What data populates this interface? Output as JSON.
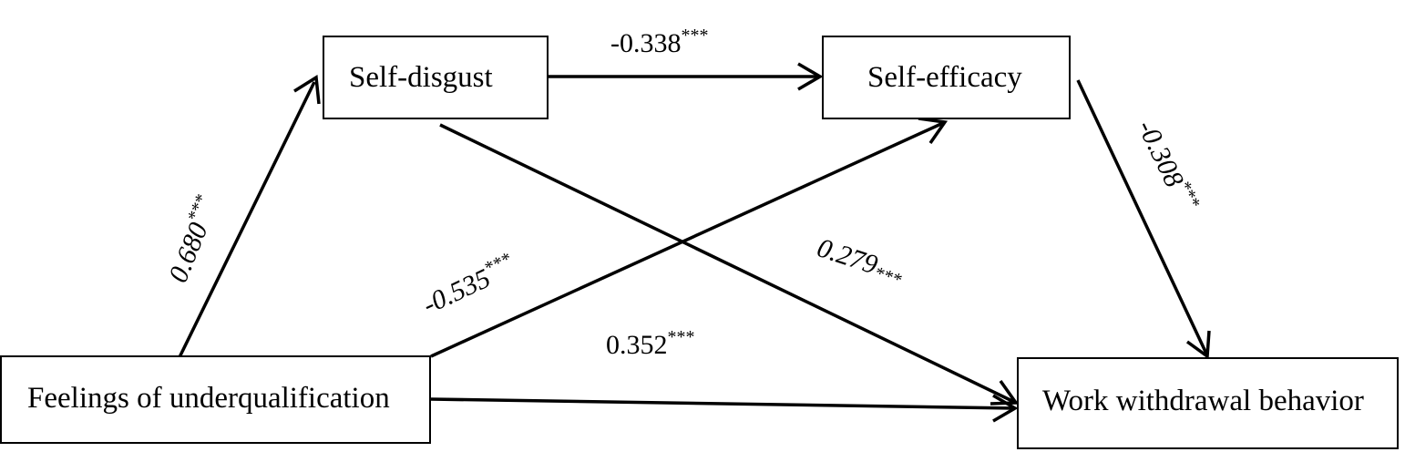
{
  "nodes": {
    "feelings": "Feelings of underqualification",
    "disgust": "Self-disgust",
    "efficacy": "Self-efficacy",
    "withdrawal": "Work withdrawal behavior"
  },
  "paths": {
    "feelings_to_disgust": {
      "coef": "0.680",
      "sig": "***"
    },
    "disgust_to_efficacy": {
      "coef": "-0.338",
      "sig": "***"
    },
    "efficacy_to_withdrawal": {
      "coef": "-0.308",
      "sig": "***"
    },
    "feelings_to_efficacy": {
      "coef": "-0.535",
      "sig": "***"
    },
    "disgust_to_withdrawal": {
      "coef": "0.279",
      "sig": "***"
    },
    "feelings_to_withdrawal": {
      "coef": "0.352",
      "sig": "***"
    }
  }
}
